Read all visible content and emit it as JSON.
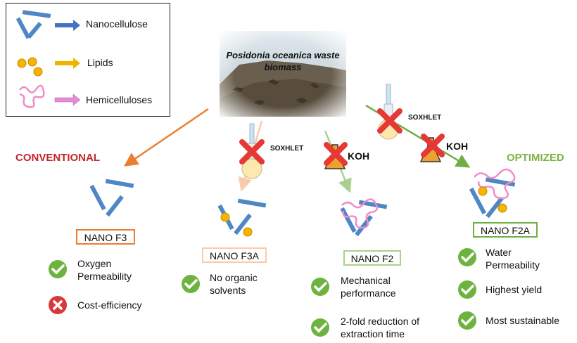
{
  "legend": {
    "items": [
      {
        "label": "Nanocellulose",
        "arrow_color": "#4472c4"
      },
      {
        "label": "Lipids",
        "arrow_color": "#f2b200"
      },
      {
        "label": "Hemicelluloses",
        "arrow_color": "#e48ad6"
      }
    ]
  },
  "source": {
    "title": "Posidonia oceanica waste biomass"
  },
  "routes": {
    "conventional_label": "CONVENTIONAL",
    "optimized_label": "OPTIMIZED"
  },
  "treatments": {
    "soxhlet_label": "SOXHLET",
    "koh_label": "KOH"
  },
  "products": [
    {
      "name": "NANO F3",
      "color": "#ed7d31",
      "benefits": [
        {
          "text": "Oxygen Permeability",
          "icon": "check-icon"
        },
        {
          "text": "Cost-efficiency",
          "icon": "cross-icon"
        }
      ]
    },
    {
      "name": "NANO F3A",
      "color": "#f8cbad",
      "benefits": [
        {
          "text": "No organic solvents",
          "icon": "check-icon"
        }
      ]
    },
    {
      "name": "NANO F2",
      "color": "#a9d18e",
      "benefits": [
        {
          "text": "Mechanical performance",
          "icon": "check-icon"
        },
        {
          "text": "2-fold reduction of extraction time",
          "icon": "check-icon"
        }
      ]
    },
    {
      "name": "NANO F2A",
      "color": "#70ad47",
      "benefits": [
        {
          "text": "Water Permeability",
          "icon": "check-icon"
        },
        {
          "text": "Highest yield",
          "icon": "check-icon"
        },
        {
          "text": "Most sustainable",
          "icon": "check-icon"
        }
      ]
    }
  ],
  "colors": {
    "nanocellulose": "#4f86c6",
    "lipid": "#f4b400",
    "hemicellulose": "#f08cc8",
    "check": "#6db33f",
    "cross": "#d63a3a"
  }
}
